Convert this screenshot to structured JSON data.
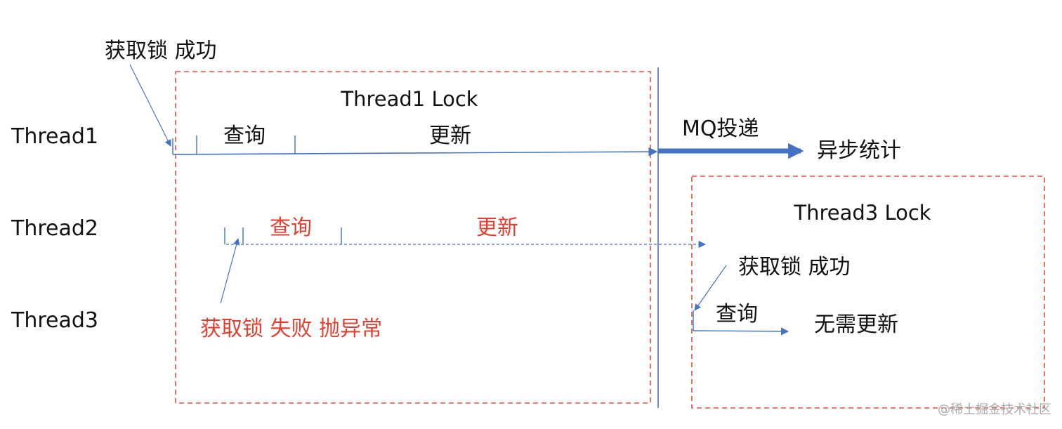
{
  "threads": {
    "thread1": "Thread1",
    "thread2": "Thread2",
    "thread3": "Thread3"
  },
  "thread1_section": {
    "lock_success": "获取锁 成功",
    "lock_box_title": "Thread1 Lock",
    "query": "查询",
    "update": "更新",
    "mq": "MQ投递",
    "async_stats": "异步统计"
  },
  "thread2_section": {
    "query": "查询",
    "update": "更新",
    "lock_fail": "获取锁 失败 抛异常"
  },
  "thread3_section": {
    "lock_box_title": "Thread3 Lock",
    "lock_success": "获取锁 成功",
    "query": "查询",
    "no_update": "无需更新"
  },
  "watermark": "@稀土掘金技术社区",
  "colors": {
    "line": "#4472c4",
    "box": "#e05040",
    "error_text": "#e04030",
    "text": "#111111",
    "watermark": "#aaaaaa"
  }
}
